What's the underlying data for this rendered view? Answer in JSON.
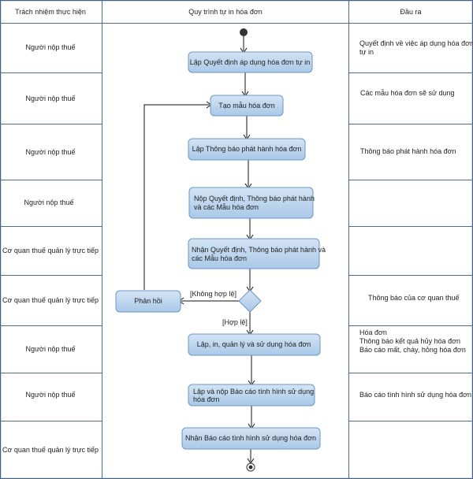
{
  "headers": {
    "responsibility": "Trách nhiệm thực hiện",
    "process": "Quy trình tự in hóa đơn",
    "output": "Đầu ra"
  },
  "rows": [
    {
      "responsibility": "Người nộp thuế",
      "output": [
        "Quyết định về việc áp dụng hóa đơn",
        "tự in"
      ]
    },
    {
      "responsibility": "Người nộp thuế",
      "output": [
        "Các mẫu hóa đơn sẽ sử dụng"
      ]
    },
    {
      "responsibility": "Người nộp thuế",
      "output": [
        "Thông báo phát hành hóa đơn"
      ]
    },
    {
      "responsibility": "Người nộp thuế",
      "output": []
    },
    {
      "responsibility": "Cơ quan thuế quản lý trực tiếp",
      "output": []
    },
    {
      "responsibility": "Cơ quan thuế quản lý trực tiếp",
      "output": [
        "Thông báo của cơ quan thuế"
      ]
    },
    {
      "responsibility": "Người nộp thuế",
      "output": [
        "Hóa đơn",
        "Thông báo kết quả hủy hóa đơn",
        "Báo cáo mất, cháy, hỏng hóa đơn"
      ]
    },
    {
      "responsibility": "Người nộp thuế",
      "output": [
        "Báo cáo tình hình sử dụng hóa đơn"
      ]
    },
    {
      "responsibility": "Cơ quan thuế quản lý trực tiếp",
      "output": []
    }
  ],
  "activities": [
    {
      "id": "a1",
      "lines": [
        "Lập Quyết định áp dụng hóa đơn tự in"
      ]
    },
    {
      "id": "a2",
      "lines": [
        "Tạo mẫu hóa đơn"
      ]
    },
    {
      "id": "a3",
      "lines": [
        "Lập Thông báo phát hành hóa đơn"
      ]
    },
    {
      "id": "a4",
      "lines": [
        "Nộp Quyết định, Thông báo phát hành",
        "và các Mẫu hóa đơn"
      ]
    },
    {
      "id": "a5",
      "lines": [
        "Nhận Quyết định, Thông báo phát hành  và",
        "các Mẫu hóa đơn"
      ]
    },
    {
      "id": "a6",
      "lines": [
        "Phản hồi"
      ]
    },
    {
      "id": "a7",
      "lines": [
        "Lập, in, quản lý và sử dụng hóa đơn"
      ]
    },
    {
      "id": "a8",
      "lines": [
        "Lập và nộp Báo cáo tình hình sử dụng",
        "hóa đơn"
      ]
    },
    {
      "id": "a9",
      "lines": [
        "Nhận Báo cáo tình hình sử dụng hóa đơn"
      ]
    }
  ],
  "guards": {
    "rejected": "[Không hợp lệ]",
    "accepted": "[Hợp lệ]"
  },
  "colors": {
    "box_fill_top": "#d4e4f4",
    "box_fill_bottom": "#a9c8e8",
    "box_stroke": "#6b97c4",
    "grid": "#4d6b8a"
  }
}
